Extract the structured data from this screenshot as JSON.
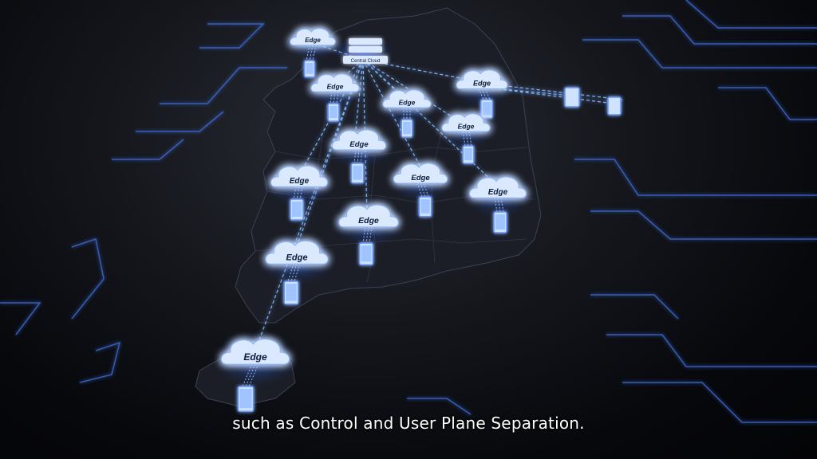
{
  "scene": {
    "central_cloud_label": "Central Cloud",
    "edge_label": "Edge",
    "subtitle": "such as Control and User Plane Separation."
  },
  "colors": {
    "glow": "#3d7bff",
    "cloud_fill": "#dbe9ff",
    "line": "#6fa8ff",
    "map": "#1c1f27"
  }
}
